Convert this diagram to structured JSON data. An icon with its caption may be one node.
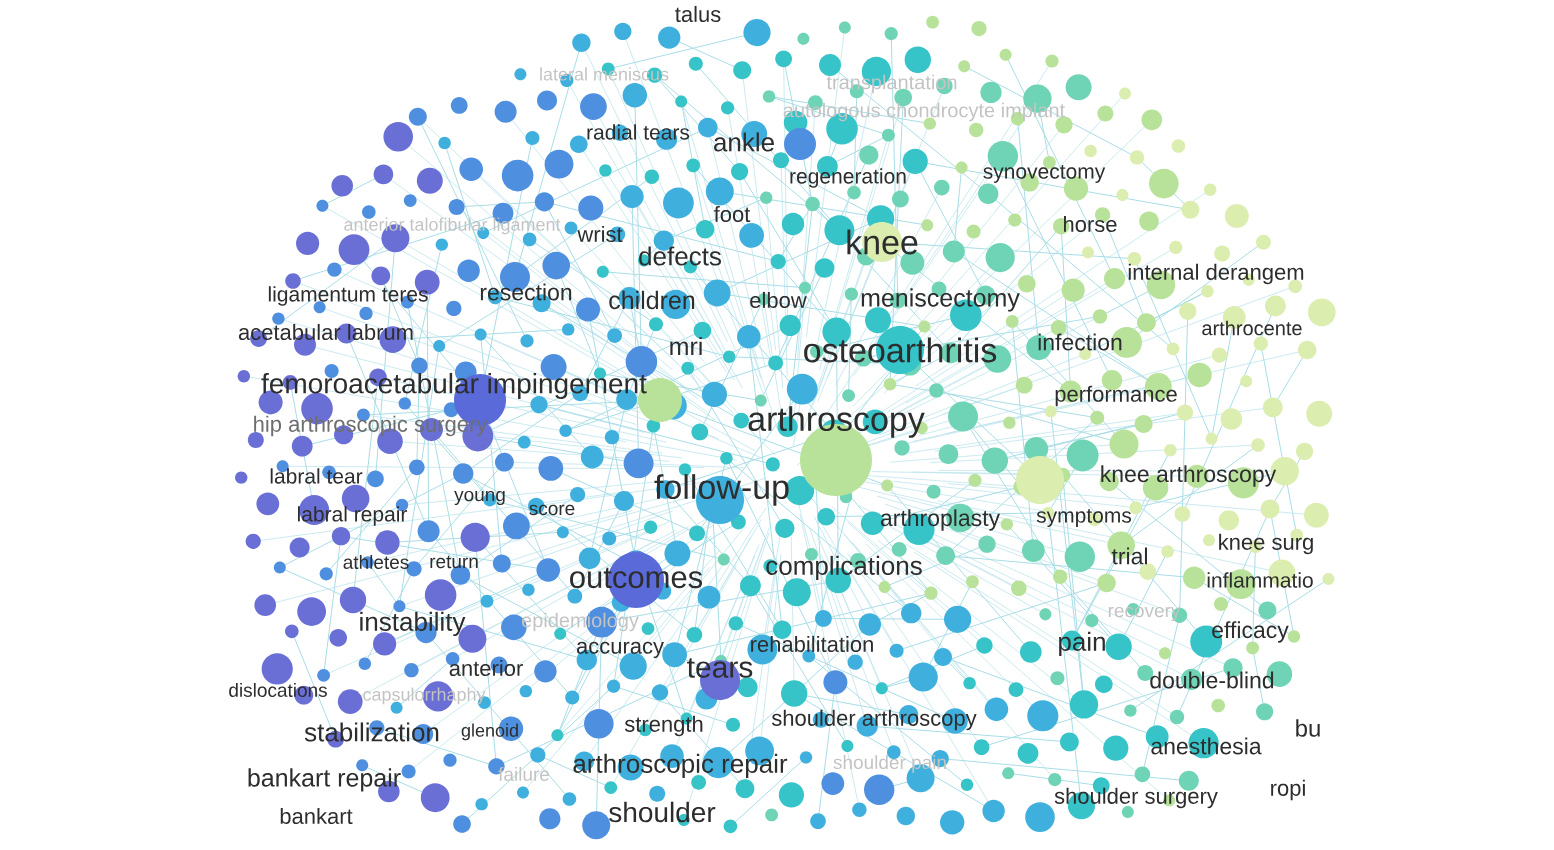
{
  "diagram": {
    "labels": [
      "talus",
      "lateral meniscus",
      "transplantation",
      "autologous chondrocyte implant",
      "radial tears",
      "ankle",
      "regeneration",
      "synovectomy",
      "anterior talofibular ligament",
      "foot",
      "wrist",
      "horse",
      "defects",
      "knee",
      "internal derangem",
      "ligamentum teres",
      "resection",
      "children",
      "elbow",
      "meniscectomy",
      "arthrocente",
      "mri",
      "osteoarthritis",
      "acetabular labrum",
      "infection",
      "femoroacetabular impingement",
      "performance",
      "hip arthroscopic surgery",
      "arthroscopy",
      "labral tear",
      "follow-up",
      "knee arthroscopy",
      "labral repair",
      "young",
      "score",
      "arthroplasty",
      "symptoms",
      "knee surg",
      "athletes",
      "return",
      "trial",
      "outcomes",
      "complications",
      "inflammatio",
      "instability",
      "epidemiology",
      "recovery",
      "efficacy",
      "accuracy",
      "tears",
      "rehabilitation",
      "pain",
      "anterior",
      "dislocations",
      "capsulorrhaphy",
      "double-blind",
      "stabilization",
      "glenoid",
      "strength",
      "shoulder arthroscopy",
      "bu",
      "failure",
      "arthroscopic repair",
      "anesthesia",
      "shoulder pain",
      "bankart repair",
      "ropi",
      "shoulder",
      "shoulder surgery",
      "bankart"
    ]
  }
}
